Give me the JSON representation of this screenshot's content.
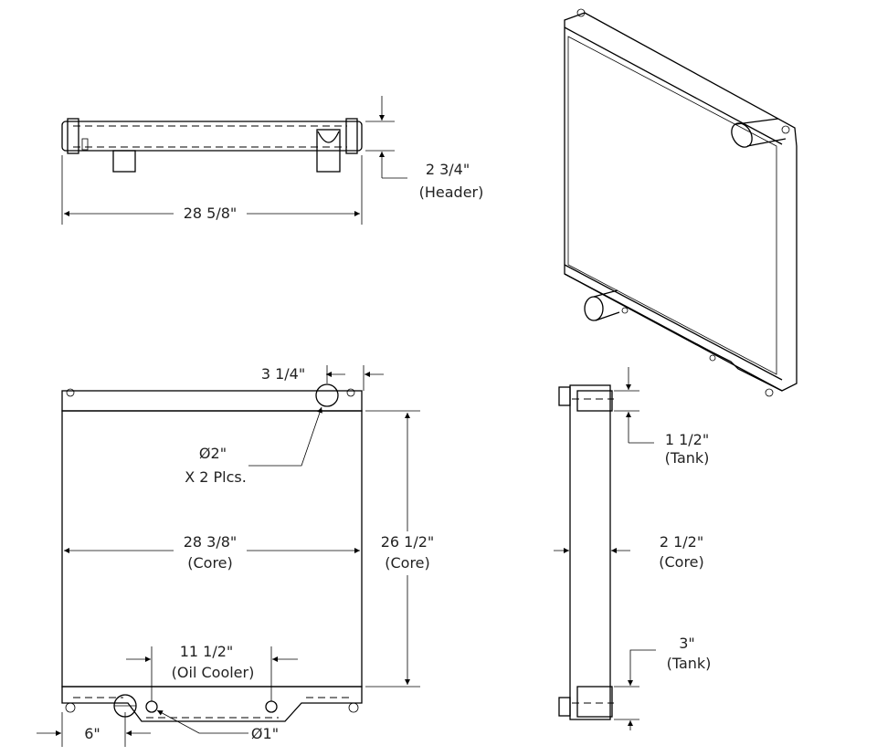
{
  "top_view": {
    "width_dim": "28 5/8\"",
    "header_dim": "2 3/4\"",
    "header_label": "(Header)"
  },
  "front_view": {
    "inlet_offset_dim": "3 1/4\"",
    "inlet_diameter": "2\"",
    "inlet_qty": "X 2 Plcs.",
    "core_width_dim": "28 3/8\"",
    "core_width_label": "(Core)",
    "core_height_dim": "26 1/2\"",
    "core_height_label": "(Core)",
    "oil_cooler_dim": "11 1/2\"",
    "oil_cooler_label": "(Oil Cooler)",
    "outlet_offset_dim": "6\"",
    "oil_cooler_diameter": "1\"",
    "diameter_symbol": "Ø"
  },
  "side_view": {
    "top_tank_dim": "1 1/2\"",
    "top_tank_label": "(Tank)",
    "core_depth_dim": "2 1/2\"",
    "core_depth_label": "(Core)",
    "bottom_tank_dim": "3\"",
    "bottom_tank_label": "(Tank)"
  }
}
